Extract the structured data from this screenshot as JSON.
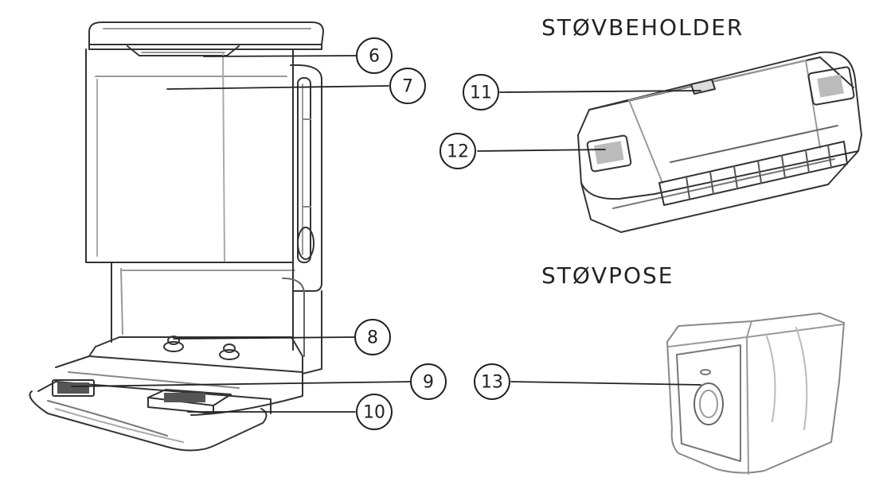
{
  "headings": {
    "dust_container": "STØVBEHOLDER",
    "dust_bag": "STØVPOSE"
  },
  "callouts": [
    "6",
    "7",
    "8",
    "9",
    "10",
    "11",
    "12",
    "13"
  ],
  "colors": {
    "line": "#333333",
    "light": "#999999"
  }
}
